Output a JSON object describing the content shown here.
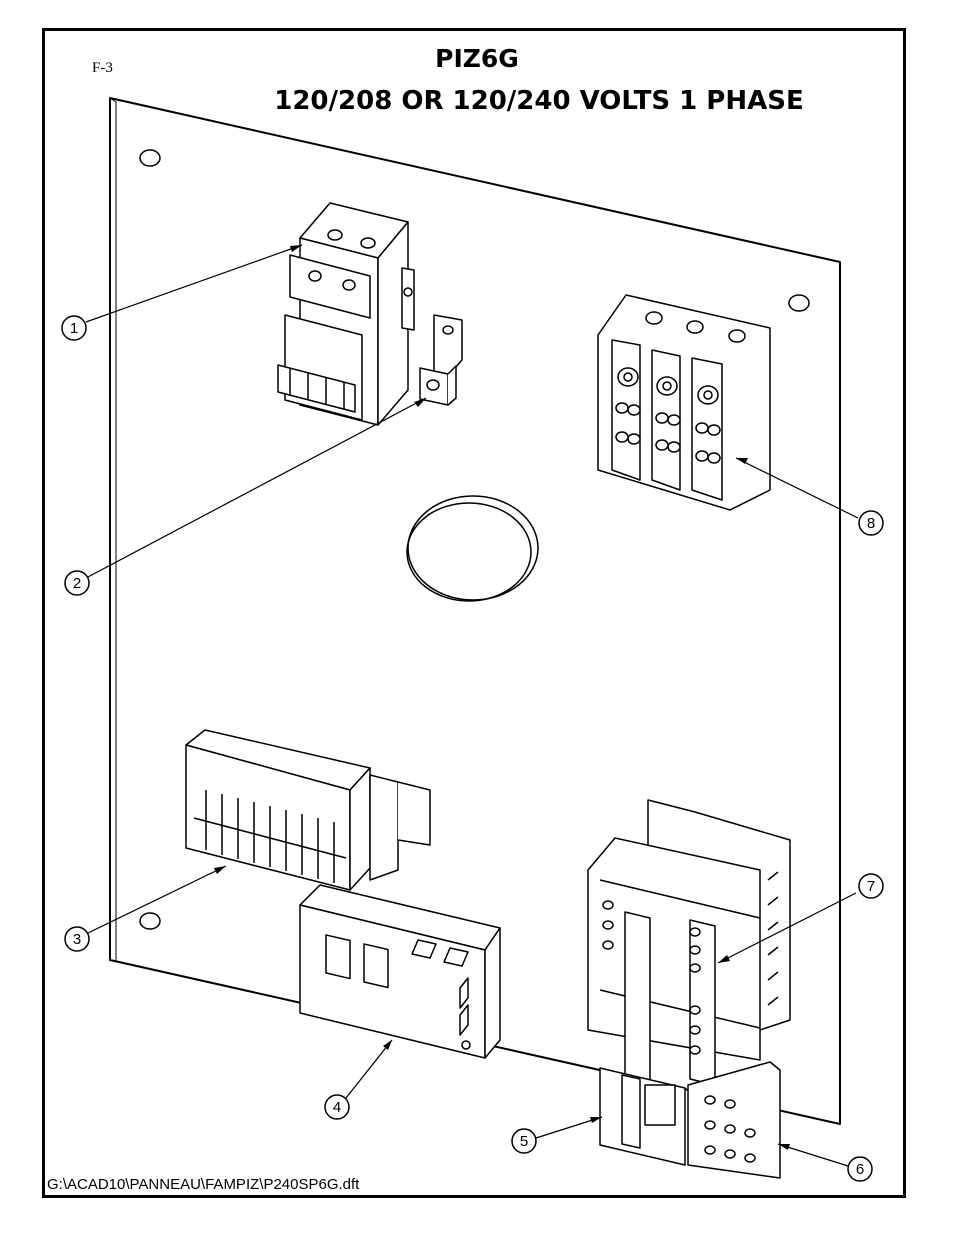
{
  "page_ref": "F-3",
  "title": {
    "line1": "PIZ6G",
    "line2": "120/208 OR 120/240 VOLTS 1 PHASE"
  },
  "file_path": "G:\\ACAD10\\PANNEAU\\FAMPIZ\\P240SP6G.dft",
  "callouts": [
    {
      "id": "1",
      "label": "1"
    },
    {
      "id": "2",
      "label": "2"
    },
    {
      "id": "3",
      "label": "3"
    },
    {
      "id": "4",
      "label": "4"
    },
    {
      "id": "5",
      "label": "5"
    },
    {
      "id": "6",
      "label": "6"
    },
    {
      "id": "7",
      "label": "7"
    },
    {
      "id": "8",
      "label": "8"
    }
  ]
}
